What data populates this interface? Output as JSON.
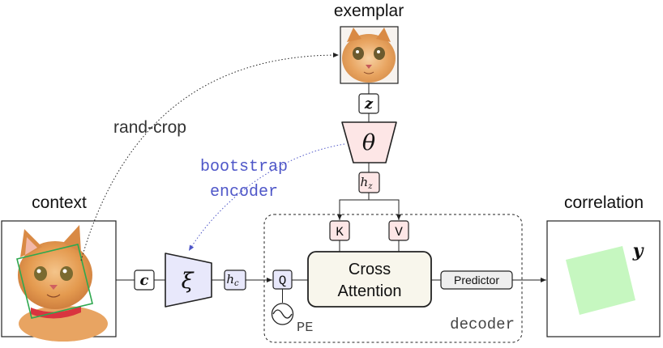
{
  "labels": {
    "exemplar": "exemplar",
    "context": "context",
    "correlation": "correlation",
    "rand_crop": "rand-crop",
    "bootstrap_line1": "bootstrap",
    "bootstrap_line2": "encoder",
    "decoder": "decoder",
    "cross_line1": "Cross",
    "cross_line2": "Attention",
    "predictor": "Predictor",
    "pe": "PE",
    "key": "K",
    "value": "V",
    "query": "Q"
  },
  "symbols": {
    "z": "z",
    "theta": "θ",
    "h_z_base": "h",
    "h_z_sub": "z",
    "c": "c",
    "xi": "ξ",
    "h_c_base": "h",
    "h_c_sub": "c",
    "y": "y"
  },
  "colors": {
    "theta_fill": "#fde6e6",
    "xi_fill": "#e8e8fb",
    "kv_fill": "#fde6e6",
    "cross_fill": "#f8f6ec",
    "predictor_fill": "#eeeeee",
    "bootstrap_text": "#4e56c8",
    "crop_box": "#2fa84f",
    "prediction_square": "#c6f7c0"
  }
}
